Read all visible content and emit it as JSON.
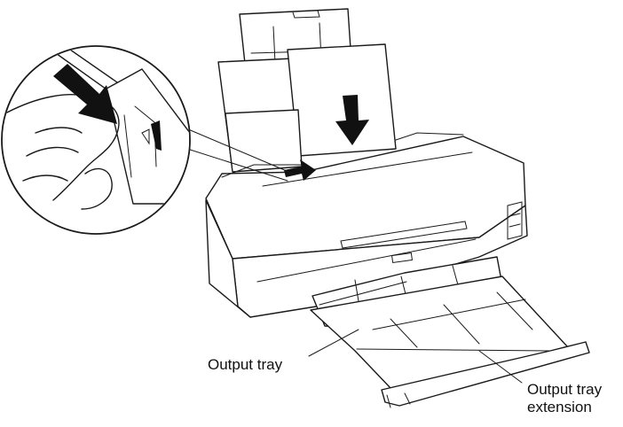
{
  "figure": {
    "labels": {
      "output_tray": "Output tray",
      "output_tray_extension_line1": "Output tray",
      "output_tray_extension_line2": "extension"
    },
    "arrows": [
      {
        "name": "paper-insert-arrow",
        "direction": "down"
      },
      {
        "name": "edge-guide-arrow",
        "direction": "right"
      },
      {
        "name": "callout-push-arrow",
        "direction": "down-right"
      }
    ]
  }
}
